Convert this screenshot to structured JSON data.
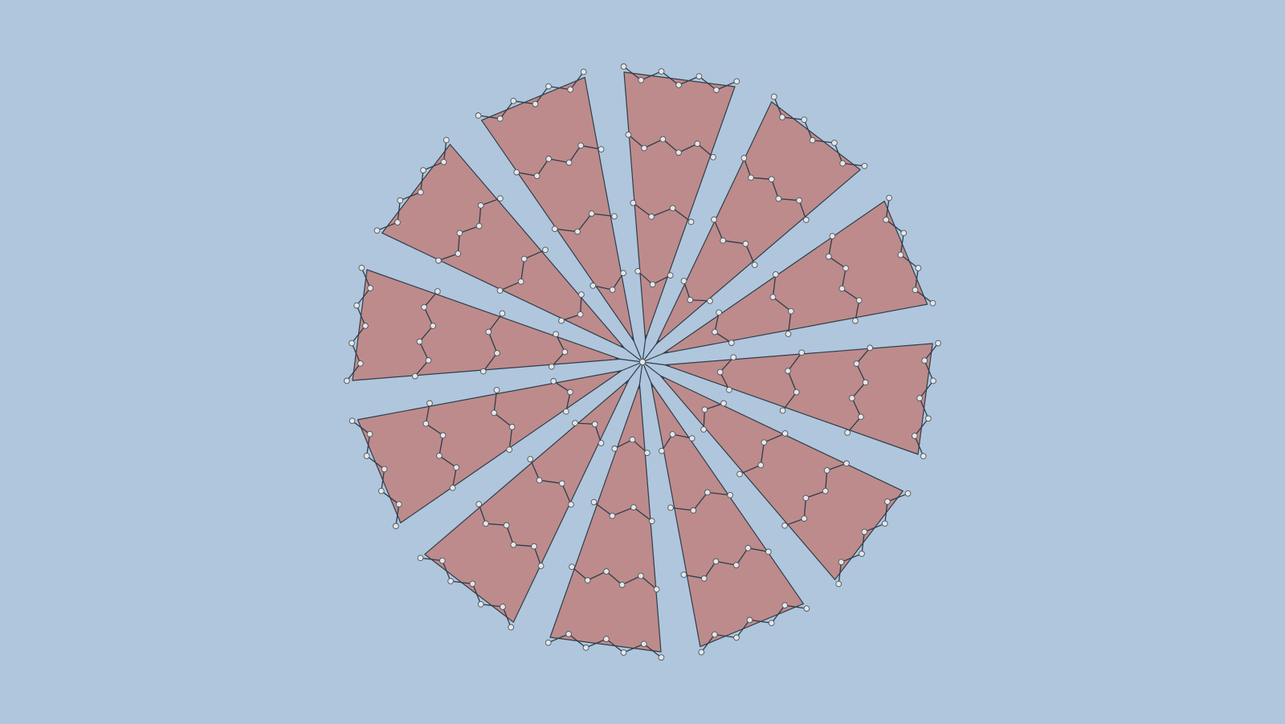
{
  "diagram": {
    "kind": "folding-tessellation-crease-pattern",
    "sector_count": 12,
    "rows_per_sector": 4,
    "shape": "dodecagon",
    "colors": {
      "background": "#afc6dc",
      "panel_fill": "#bd8b8b",
      "edge": "#2e3d4b",
      "node_fill": "#e6e6e6"
    }
  }
}
